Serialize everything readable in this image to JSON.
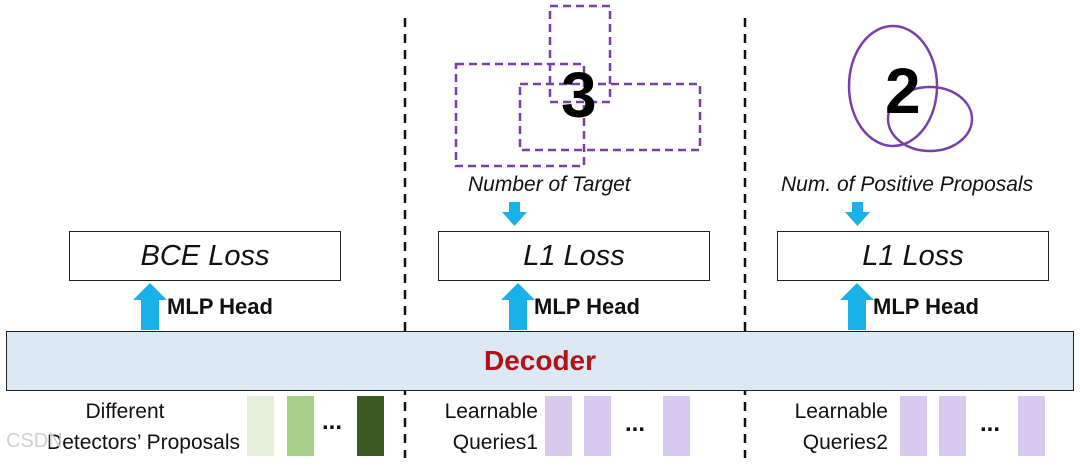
{
  "column1": {
    "loss_label": "BCE Loss",
    "mlp_label": "MLP Head",
    "input_label_line1": "Different",
    "input_label_line2": "Detectors’ Proposals",
    "ellipsis": "..."
  },
  "column2": {
    "count_number": "3",
    "caption": "Number of Target",
    "loss_label": "L1 Loss",
    "mlp_label": "MLP Head",
    "input_label_line1": "Learnable",
    "input_label_line2": "Queries1",
    "ellipsis": "..."
  },
  "column3": {
    "count_number": "2",
    "caption": "Num. of Positive Proposals",
    "loss_label": "L1 Loss",
    "mlp_label": "MLP Head",
    "input_label_line1": "Learnable",
    "input_label_line2": "Queries2",
    "ellipsis": "..."
  },
  "decoder_label": "Decoder",
  "watermark": "CSDN",
  "colors": {
    "arrow": "#1ab0e8",
    "decoder_fill": "#dce9f3",
    "decoder_text": "#b01217",
    "box_outline": "#7a3fa6",
    "query_token": "#d9c9ef",
    "proposal_token_light": "#e3efd9",
    "proposal_token_mid": "#a6d08a",
    "proposal_token_dark": "#3a5a22"
  }
}
